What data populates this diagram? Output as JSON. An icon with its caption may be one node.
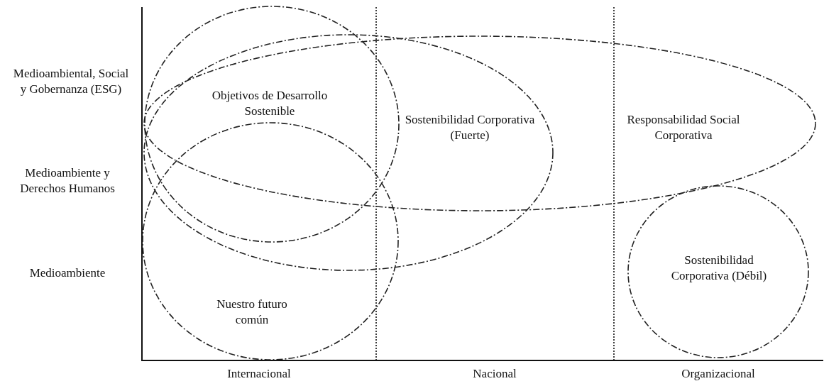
{
  "diagram": {
    "nodes": [
      {
        "text": [
          "Objetivos de Desarrollo Sostenible"
        ]
      },
      {
        "text": [
          "Sostenibilidad Corporativa (Fuerte)"
        ]
      },
      {
        "text": [
          "Responsabilidad Social Corporativa"
        ]
      },
      {
        "text": [
          "Nuestro futuro común"
        ]
      },
      {
        "text": [
          "Sostenibilidad Corporativa (Débil)"
        ]
      }
    ],
    "edges": [],
    "labels": [
      "Medioambiental, Social y Gobernanza (ESG)",
      "Medioambiente y Derechos Humanos",
      "Medioambiente",
      "Internacional",
      "Nacional",
      "Organizacional"
    ]
  }
}
